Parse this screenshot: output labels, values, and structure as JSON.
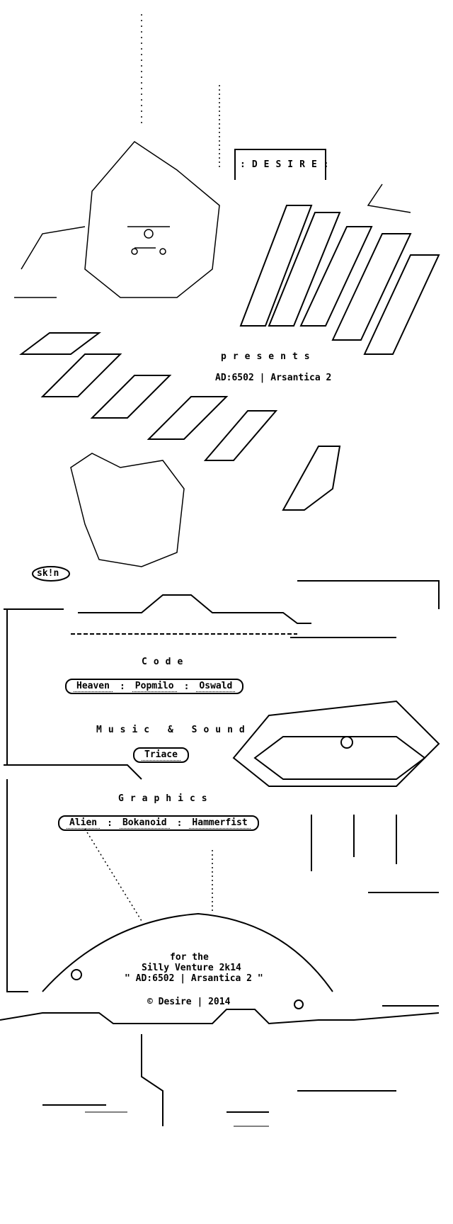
{
  "group_logo": ":DESIRE:",
  "group_tag": "sk!n",
  "presents": "presents",
  "production": "AD:6502 | Arsantica 2",
  "credits": [
    {
      "role": "Code",
      "names": [
        "Heaven",
        "Popmilo",
        "Oswald"
      ]
    },
    {
      "role": "Music & Sound",
      "names": [
        "Triace"
      ]
    },
    {
      "role": "Graphics",
      "names": [
        "Alien",
        "Bokanoid",
        "Hammerfist"
      ]
    }
  ],
  "footer": {
    "line1": "for the",
    "line2": "Silly Venture 2k14",
    "line3": "\" AD:6502 | Arsantica 2 \"",
    "copyright": "© Desire | 2014"
  }
}
